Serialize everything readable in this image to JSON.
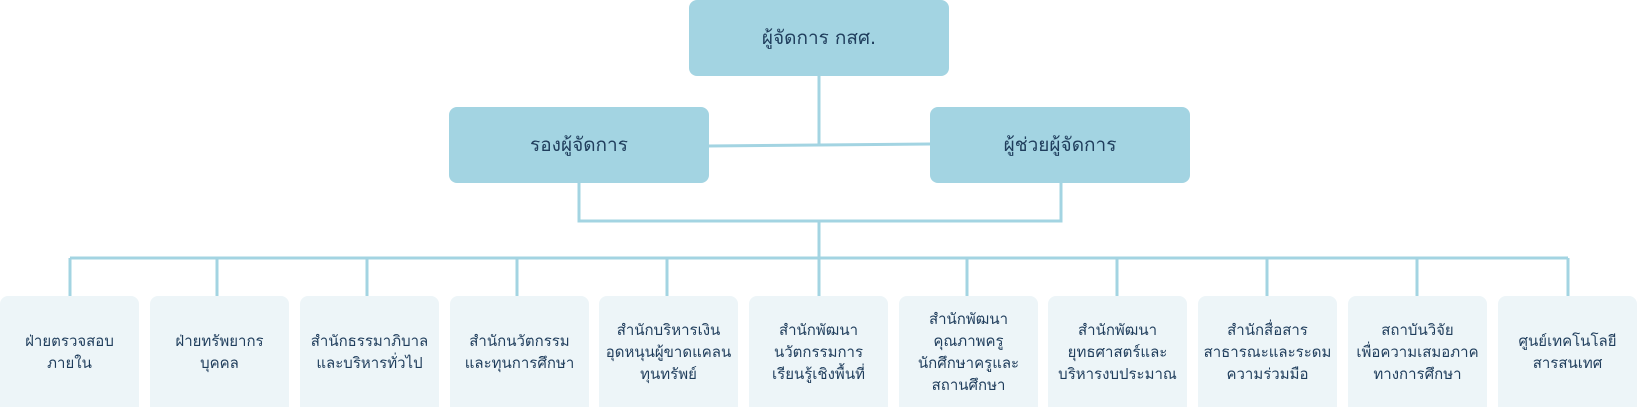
{
  "colors": {
    "top_box": "#a3d4e2",
    "unit_box": "#edf5f8",
    "connector": "#a3d4e2",
    "text": "#1f3d5c"
  },
  "chart": {
    "root": "ผู้จัดการ กสศ.",
    "deputy": "รองผู้จัดการ",
    "assistant": "ผู้ช่วยผู้จัดการ",
    "units": [
      "ฝ่ายตรวจสอบ\nภายใน",
      "ฝ่ายทรัพยากร\nบุคคล",
      "สำนักธรรมาภิบาล\nและบริหารทั่วไป",
      "สำนักนวัตกรรม\nและทุนการศึกษา",
      "สำนักบริหารเงิน\nอุดหนุนผู้ขาดแคลน\nทุนทรัพย์",
      "สำนักพัฒนา\nนวัตกรรมการ\nเรียนรู้เชิงพื้นที่",
      "สำนักพัฒนา\nคุณภาพครู\nนักศึกษาครูและ\nสถานศึกษา",
      "สำนักพัฒนา\nยุทธศาสตร์และ\nบริหารงบประมาณ",
      "สำนักสื่อสาร\nสาธารณะและระดม\nความร่วมมือ",
      "สถาบันวิจัย\nเพื่อความเสมอภาค\nทางการศึกษา",
      "ศูนย์เทคโนโลยี\nสารสนเทศ"
    ]
  }
}
